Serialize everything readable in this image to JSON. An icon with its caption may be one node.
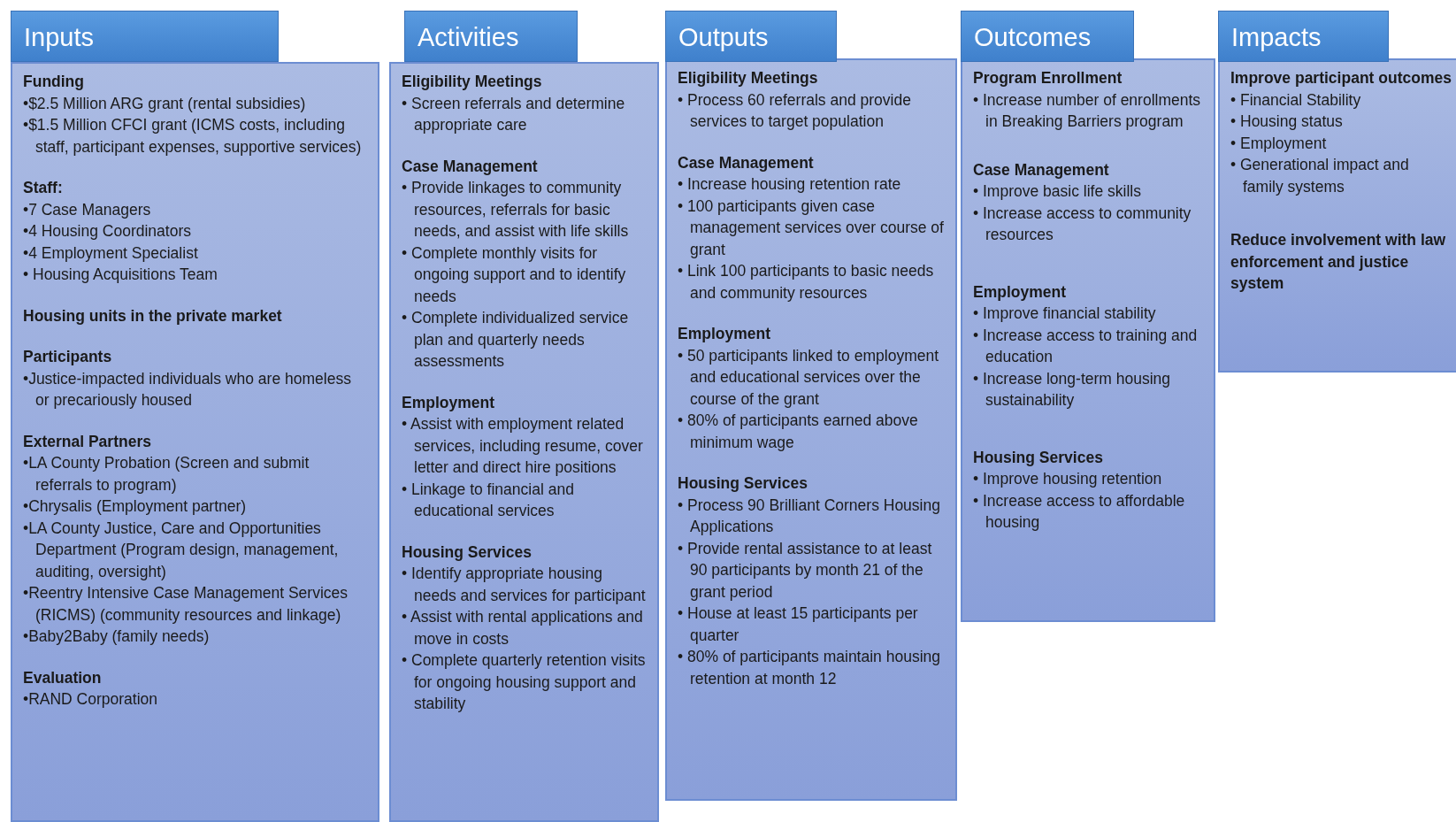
{
  "diagram": {
    "nodes": [
      {
        "text": [
          "Inputs"
        ]
      },
      {
        "text": [
          "Funding",
          "•$2.5 Million ARG grant (rental subsidies)",
          "•$1.5 Million CFCI grant (ICMS costs, including staff, participant expenses, supportive services)"
        ],
        "in": 0
      },
      {
        "text": [
          "Staff:",
          "•7 Case Managers",
          "•4 Housing Coordinators",
          "•4 Employment Specialist",
          "• Housing Acquisitions Team"
        ],
        "in": 0
      },
      {
        "text": [
          "Housing units in the private market"
        ],
        "in": 0
      },
      {
        "text": [
          "Participants",
          "•Justice-impacted individuals who are homeless or precariously housed"
        ],
        "in": 0
      },
      {
        "text": [
          "External Partners",
          "•LA County Probation (Screen and submit referrals to program)",
          "•Chrysalis (Employment partner)",
          "•LA County Justice, Care and Opportunities Department (Program design, management, auditing, oversight)",
          "•Reentry Intensive Case Management Services (RICMS) (community resources and linkage)",
          "•Baby2Baby (family needs)"
        ],
        "in": 0
      },
      {
        "text": [
          "Evaluation",
          "•RAND Corporation"
        ],
        "in": 0
      },
      {
        "text": [
          "Activities"
        ]
      },
      {
        "text": [
          "Eligibility Meetings",
          "• Screen referrals and determine appropriate care"
        ],
        "in": 7
      },
      {
        "text": [
          "Case Management",
          "• Provide linkages to community resources, referrals for basic needs, and assist with life skills",
          "• Complete monthly visits for ongoing support and to identify needs",
          "• Complete individualized service plan and quarterly needs assessments"
        ],
        "in": 7
      },
      {
        "text": [
          "Employment",
          "• Assist with employment related services, including resume, cover letter and direct hire positions",
          "• Linkage to financial and educational services"
        ],
        "in": 7
      },
      {
        "text": [
          "Housing Services",
          "• Identify appropriate housing needs and services for participant",
          "• Assist with rental applications and move in costs",
          "• Complete quarterly retention visits for ongoing housing support and stability"
        ],
        "in": 7
      },
      {
        "text": [
          "Outputs"
        ]
      },
      {
        "text": [
          "Eligibility Meetings",
          "• Process 60 referrals and provide services to target population"
        ],
        "in": 12
      },
      {
        "text": [
          "Case Management",
          "• Increase housing retention rate",
          "• 100 participants given case management services over course of grant",
          "• Link 100 participants to basic needs and community resources"
        ],
        "in": 12
      },
      {
        "text": [
          "Employment",
          "• 50 participants linked to employment and educational services over the course of the grant",
          "• 80% of participants earned above minimum wage"
        ],
        "in": 12
      },
      {
        "text": [
          "Housing Services",
          "• Process 90 Brilliant Corners Housing Applications",
          "• Provide rental assistance to at least 90 participants by month 21 of the grant period",
          "• House at least 15 participants per quarter",
          "• 80% of participants maintain housing retention at month 12"
        ],
        "in": 12
      },
      {
        "text": [
          "Outcomes"
        ]
      },
      {
        "text": [
          "Program Enrollment",
          "• Increase number of enrollments in Breaking Barriers program"
        ],
        "in": 17
      },
      {
        "text": [
          "Case Management",
          "• Improve basic life skills",
          "• Increase access to community resources"
        ],
        "in": 17
      },
      {
        "text": [
          "Employment",
          "• Improve financial stability",
          "• Increase access to training and education",
          "• Increase long-term housing sustainability"
        ],
        "in": 17
      },
      {
        "text": [
          "Housing Services",
          "• Improve housing retention",
          "• Increase access to affordable housing"
        ],
        "in": 17
      },
      {
        "text": [
          "Impacts"
        ]
      },
      {
        "text": [
          "Improve participant outcomes",
          "• Financial Stability",
          "• Housing status",
          "• Employment",
          "• Generational impact and family systems"
        ],
        "in": 22
      },
      {
        "text": [
          "Reduce involvement with law enforcement and justice system"
        ],
        "in": 22
      }
    ],
    "edges": []
  }
}
